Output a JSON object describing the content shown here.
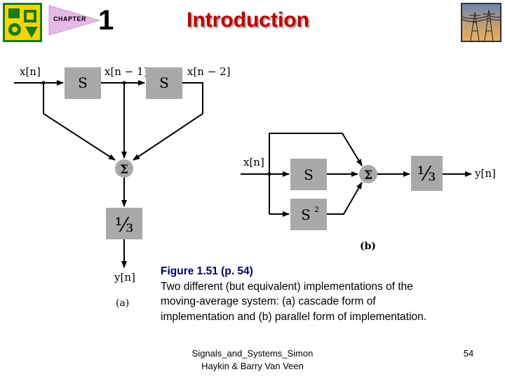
{
  "header": {
    "chapter_label": "CHAPTER",
    "chapter_number": "1",
    "title": "Introduction",
    "logo_icon": "university-seal-icon",
    "corner_icon": "power-transmission-towers-icon",
    "accent_color": "#c00000",
    "tab_color": "#e8b8e8"
  },
  "diagram_a": {
    "input_label": "x[n]",
    "tap1_label": "x[n − 1]",
    "tap2_label": "x[n − 2]",
    "delay1_label": "S",
    "delay2_label": "S",
    "sum_label": "Σ",
    "gain_label": "⅓",
    "output_label": "y[n]",
    "panel_label": "(a)"
  },
  "diagram_b": {
    "input_label": "x[n]",
    "delay1_label": "S",
    "delay2_label": "S",
    "delay2_exponent": "2",
    "sum_label": "Σ",
    "gain_label": "⅓",
    "output_label": "y[n]",
    "panel_label": "(b)"
  },
  "caption": {
    "title": "Figure 1.51  (p. 54)",
    "text_line1": "Two different (but equivalent) implementations of the",
    "text_line2": "moving-average system: (a) cascade form of",
    "text_line3": "implementation and (b) parallel form of implementation."
  },
  "footer": {
    "line1": "Signals_and_Systems_Simon",
    "line2": "Haykin & Barry Van Veen",
    "page_number": "54"
  }
}
